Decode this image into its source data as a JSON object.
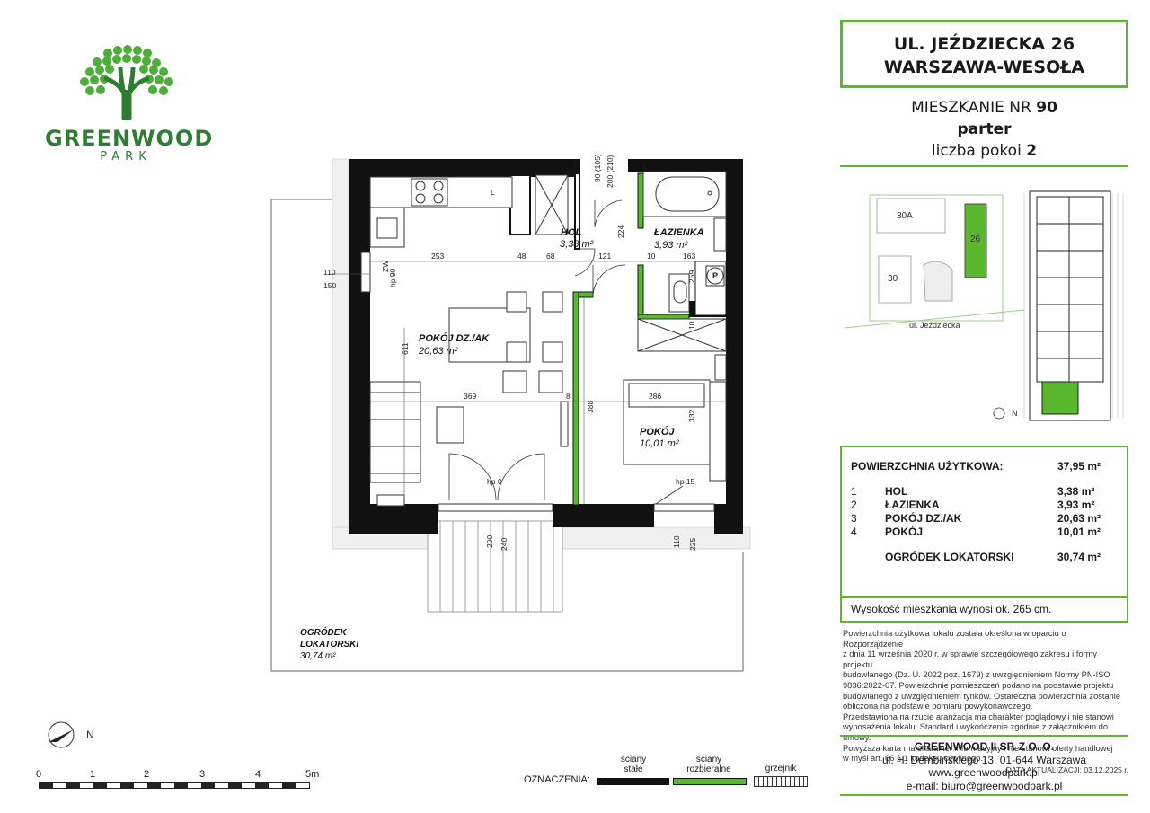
{
  "brand": {
    "name": "GREENWOOD",
    "sub": "PARK"
  },
  "address": {
    "line1": "UL. JEŹDZIECKA 26",
    "line2": "WARSZAWA-WESOŁA"
  },
  "apartment": {
    "label": "MIESZKANIE NR",
    "number": "90",
    "floor": "parter",
    "rooms_label": "liczba pokoi",
    "rooms": "2"
  },
  "site_map": {
    "buildings": [
      "30A",
      "26",
      "30"
    ],
    "street": "ul. Jeździecka",
    "north": "N"
  },
  "rooms_plan": {
    "hol": {
      "name": "HOL",
      "area": "3,38 m²"
    },
    "lazienka": {
      "name": "ŁAZIENKA",
      "area": "3,93 m²"
    },
    "pokoj_dz": {
      "name": "POKÓJ DZ./AK",
      "area": "20,63 m²"
    },
    "pokoj": {
      "name": "POKÓJ",
      "area": "10,01 m²"
    },
    "garden_l1": "OGRÓDEK",
    "garden_l2": "LOKATORSKI",
    "garden_area": "30,74 m²"
  },
  "dims": {
    "d253": "253",
    "d48": "48",
    "d68": "68",
    "d121": "121",
    "d10": "10",
    "d163": "163",
    "d259": "259",
    "d369": "369",
    "d286": "286",
    "d611": "611",
    "d388": "388",
    "d332": "332",
    "d224": "224",
    "d90_105": "90 (105)",
    "d200_210": "200 (210)",
    "d110": "110",
    "d150": "150",
    "d200": "200",
    "d240": "240",
    "d110b": "110",
    "d225": "225",
    "d8": "8",
    "d10b": "10",
    "hp0": "hp 0",
    "hp15": "hp 15",
    "hp90": "hp 90",
    "zw": "ZW",
    "l": "L",
    "p": "P"
  },
  "areas": {
    "total_label": "POWIERZCHNIA UŻYTKOWA:",
    "total": "37,95 m²",
    "items": [
      {
        "no": "1",
        "name": "HOL",
        "area": "3,38 m²"
      },
      {
        "no": "2",
        "name": "ŁAZIENKA",
        "area": "3,93 m²"
      },
      {
        "no": "3",
        "name": "POKÓJ DZ./AK",
        "area": "20,63 m²"
      },
      {
        "no": "4",
        "name": "POKÓJ",
        "area": "10,01 m²"
      }
    ],
    "garden_label": "OGRÓDEK LOKATORSKI",
    "garden": "30,74 m²",
    "height_note": "Wysokość mieszkania wynosi ok. 265 cm."
  },
  "disclaimer": [
    "Powierzchnia użytkowa lokalu została określona w oparciu o Rozporządzenie",
    "z dnia 11 września 2020 r. w sprawie szczegółowego zakresu i formy projektu",
    "budowlanego (Dz. U. 2022 poz. 1679) z uwzględnieniem Normy PN-ISO",
    "9836:2022-07. Powierzchnie pomieszczeń podano na podstawie projektu",
    "budowlanego z uwzględnieniem tynków. Ostateczna powierzchnia zostanie",
    "obliczona na podstawie pomiaru powykonawczego.",
    "Przedstawiona na rzucie aranżacja ma charakter poglądowy i nie stanowi",
    "wyposażenia lokalu. Standard i wykończenie zgodnie z załącznikiem do umowy.",
    "Powyższa karta ma charakter informacyjny i nie stanowi oferty handlowej",
    "w myśl art. 66 § 1 kodeksu cywilnego."
  ],
  "update": "DATA AKTUALIZACJI: 03.12.2025 r.",
  "company": {
    "name": "GREENWOOD II SP. Z O. O.",
    "address": "ul. H. Dembińskiego 13, 01-644 Warszawa",
    "www": "www.greenwoodpark.pl",
    "email": "e-mail: biuro@greenwoodpark.pl"
  },
  "legend": {
    "label": "OZNACZENIA:",
    "walls_fixed_1": "ściany",
    "walls_fixed_2": "stałe",
    "walls_removable_1": "ściany",
    "walls_removable_2": "rozbieralne",
    "radiator": "grzejnik"
  },
  "scale": {
    "ticks": [
      "0",
      "1",
      "2",
      "3",
      "4",
      "5m"
    ],
    "north": "N"
  },
  "colors": {
    "green": "#5ab82e",
    "wall": "#111111",
    "logo": "#2e7d32"
  }
}
